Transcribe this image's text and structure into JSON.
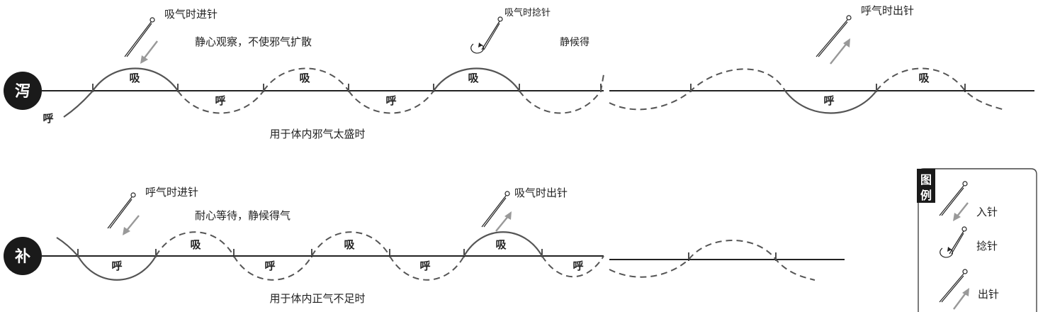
{
  "xie": {
    "badge": "泻",
    "start_label": "呼",
    "needle_in": "吸气时进针",
    "observe": "静心观察，不使邪气扩散",
    "twist": "吸气时捻针",
    "wait": "静候得",
    "needle_out": "呼气时出针",
    "wave_labels": [
      "吸",
      "呼",
      "吸",
      "呼",
      "吸",
      "呼",
      "吸"
    ],
    "caption": "用于体内邪气太盛时"
  },
  "bu": {
    "badge": "补",
    "needle_in": "呼气时进针",
    "wait": "耐心等待，静候得气",
    "needle_out": "吸气时出针",
    "wave_labels": [
      "呼",
      "吸",
      "呼",
      "吸",
      "呼",
      "吸",
      "呼"
    ],
    "caption": "用于体内正气不足时"
  },
  "legend": {
    "title_1": "图",
    "title_2": "例",
    "insert": "入针",
    "twist": "捻针",
    "withdraw": "出针"
  }
}
